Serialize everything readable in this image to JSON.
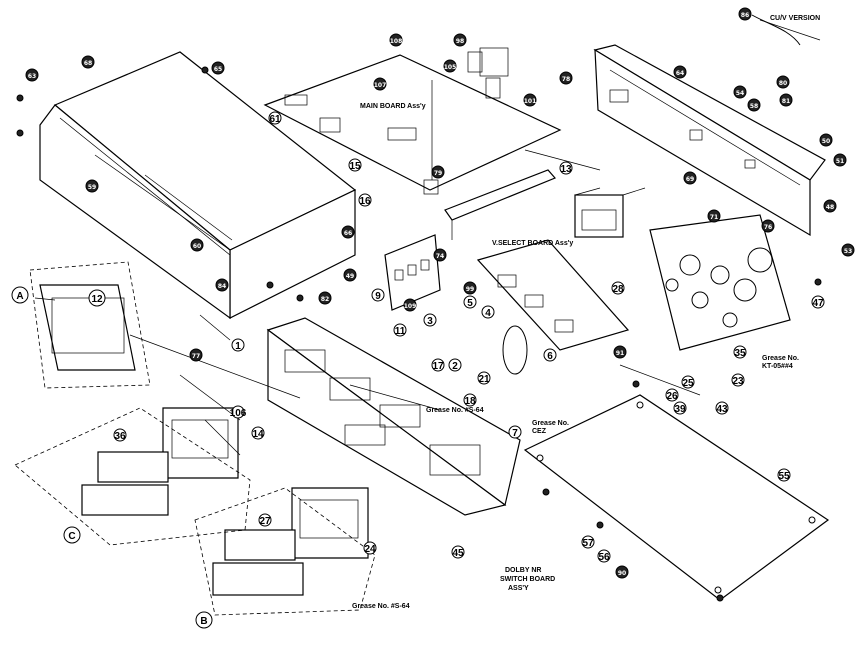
{
  "captions": {
    "cuv_version": "CU/V VERSION",
    "main_board": "MAIN BOARD Ass'y",
    "select_board": "V.SELECT BOARD Ass'y",
    "grease_right_1": "Grease No.",
    "grease_right_2": "KT-05##4",
    "grease_center_1": "Grease No.",
    "grease_center_2": "CEZ",
    "grease_small": "Grease No. #S-64",
    "grease_bottom": "Grease No. #S-64",
    "dolby_1": "DOLBY NR",
    "dolby_2": "SWITCH BOARD",
    "dolby_3": "ASS'Y"
  },
  "section_markers": {
    "a": "A",
    "b": "B",
    "c": "C"
  },
  "callouts": {
    "n1": "1",
    "n2": "2",
    "n3": "3",
    "n4": "4",
    "n5": "5",
    "n6": "6",
    "n7": "7",
    "n9": "9",
    "n11": "11",
    "n12": "12",
    "n13": "13",
    "n14": "14",
    "n15": "15",
    "n16": "16",
    "n17": "17",
    "n18": "18",
    "n21": "21",
    "n23": "23",
    "n24": "24",
    "n25": "25",
    "n26": "26",
    "n27": "27",
    "n28": "28",
    "n35": "35",
    "n36": "36",
    "n39": "39",
    "n43": "43",
    "n45": "45",
    "n47": "47",
    "n48": "48",
    "n49": "49",
    "n50": "50",
    "n51": "51",
    "n53": "53",
    "n54": "54",
    "n55": "55",
    "n56": "56",
    "n57": "57",
    "n58": "58",
    "n59": "59",
    "n60": "60",
    "n61": "61",
    "n63": "63",
    "n64": "64",
    "n65": "65",
    "n66": "66",
    "n68": "68",
    "n69": "69",
    "n71": "71",
    "n74": "74",
    "n76": "76",
    "n77": "77",
    "n78": "78",
    "n79": "79",
    "n80": "80",
    "n81": "81",
    "n82": "82",
    "n84": "84",
    "n86": "86",
    "n90": "90",
    "n91": "91",
    "n98": "98",
    "n99": "99",
    "n101": "101",
    "n105": "105",
    "n106": "106",
    "n107": "107",
    "n108": "108",
    "n109": "109"
  }
}
